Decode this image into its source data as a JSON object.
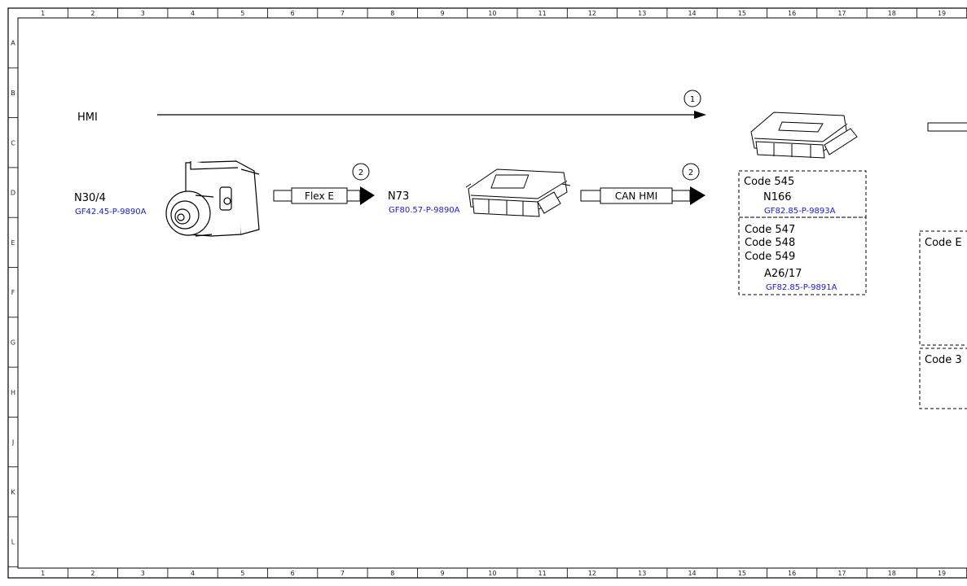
{
  "ruler": {
    "columns": [
      "1",
      "2",
      "3",
      "4",
      "5",
      "6",
      "7",
      "8",
      "9",
      "10",
      "11",
      "12",
      "13",
      "14",
      "15",
      "16",
      "17",
      "18",
      "19"
    ],
    "rows": [
      "A",
      "B",
      "C",
      "D",
      "E",
      "F",
      "G",
      "H",
      "J",
      "K",
      "L"
    ]
  },
  "hmi_label": "HMI",
  "markers": {
    "one": "1",
    "two": "2"
  },
  "camera": {
    "id": "N30/4",
    "ref": "GF42.45-P-9890A"
  },
  "link1": {
    "label": "Flex E"
  },
  "n73": {
    "id": "N73",
    "ref": "GF80.57-P-9890A"
  },
  "link2": {
    "label": "CAN HMI"
  },
  "box_a": {
    "code": "Code 545",
    "id": "N166",
    "ref": "GF82.85-P-9893A"
  },
  "box_b": {
    "codes": [
      "Code 547",
      "Code 548",
      "Code 549"
    ],
    "id": "A26/17",
    "ref": "GF82.85-P-9891A"
  },
  "box_c": {
    "code": "Code E"
  },
  "box_d": {
    "code": "Code 3"
  }
}
